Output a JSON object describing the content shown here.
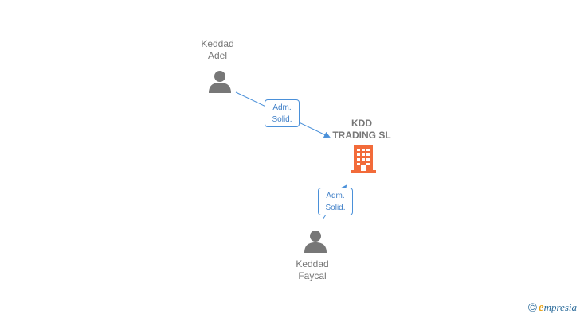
{
  "colors": {
    "person": "#777777",
    "company": "#f26b3a",
    "edge": "#4a90d9",
    "label": "#777777"
  },
  "company": {
    "name_line1": "KDD",
    "name_line2": "TRADING  SL",
    "icon": "building-icon"
  },
  "persons": [
    {
      "line1": "Keddad",
      "line2": "Adel",
      "icon": "person-icon"
    },
    {
      "line1": "Keddad",
      "line2": "Faycal",
      "icon": "person-icon"
    }
  ],
  "edges": [
    {
      "role_line1": "Adm.",
      "role_line2": "Solid."
    },
    {
      "role_line1": "Adm.",
      "role_line2": "Solid."
    }
  ],
  "footer": {
    "copyright": "©",
    "brand_first": "e",
    "brand_rest": "mpresia"
  }
}
